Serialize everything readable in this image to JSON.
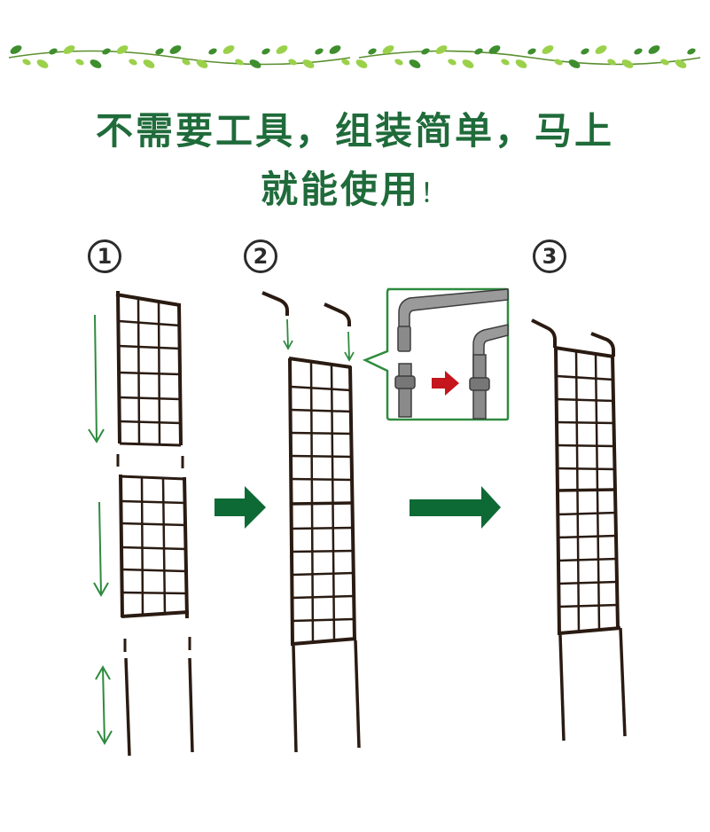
{
  "headline": {
    "line1": "不需要工具，组装简单，马上",
    "line2": "就能使用",
    "line2_suffix": "！"
  },
  "steps": [
    {
      "number": "1"
    },
    {
      "number": "2"
    },
    {
      "number": "3"
    }
  ],
  "colors": {
    "headline": "#1f6b3a",
    "arrow_green": "#0e6a35",
    "guide_green": "#2e8b3e",
    "frame": "#2a1b12",
    "detail_red": "#c4161c",
    "leaf_light": "#9bd14a",
    "leaf_dark": "#3e8e2e"
  },
  "icons": {
    "big_arrow": "arrow-right-icon",
    "detail_arrow": "arrow-right-icon",
    "direction_arrow": "arrow-down-icon",
    "adjust_arrow": "double-arrow-vertical-icon"
  }
}
